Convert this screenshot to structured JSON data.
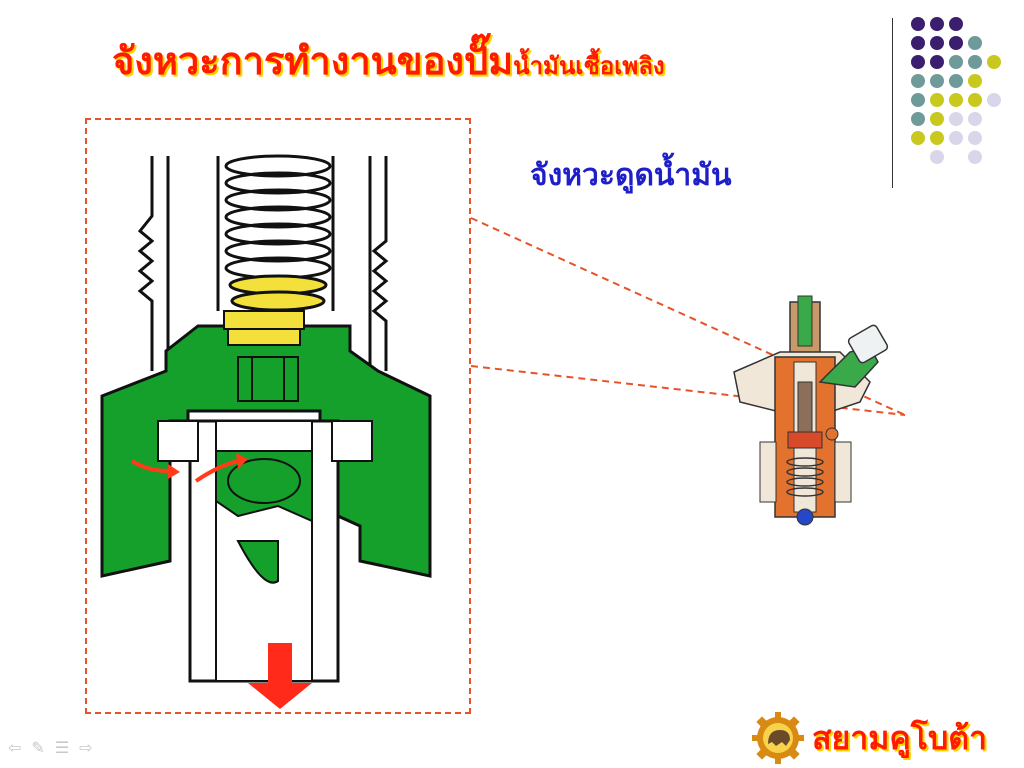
{
  "slide": {
    "title_main": "จังหวะการทำงานของปั๊ม",
    "title_small": "น้ำมันเชื้อเพลิง",
    "subtitle": "จังหวะดูดน้ำมัน"
  },
  "brand": {
    "name": "สยามคูโบต้า",
    "logo_icon": "elephant-gear-logo-icon"
  },
  "colors": {
    "title": "#ff1a00",
    "title_shadow": "#ffd400",
    "subtitle": "#1f1fc8",
    "frame": "#e8522a",
    "pump_body": "#14a02a",
    "spring_yellow": "#f3e03a",
    "arrow_red": "#ff2a1a"
  },
  "nav_icons": [
    "prev-arrow-icon",
    "pen-icon",
    "menu-icon",
    "next-arrow-icon"
  ]
}
